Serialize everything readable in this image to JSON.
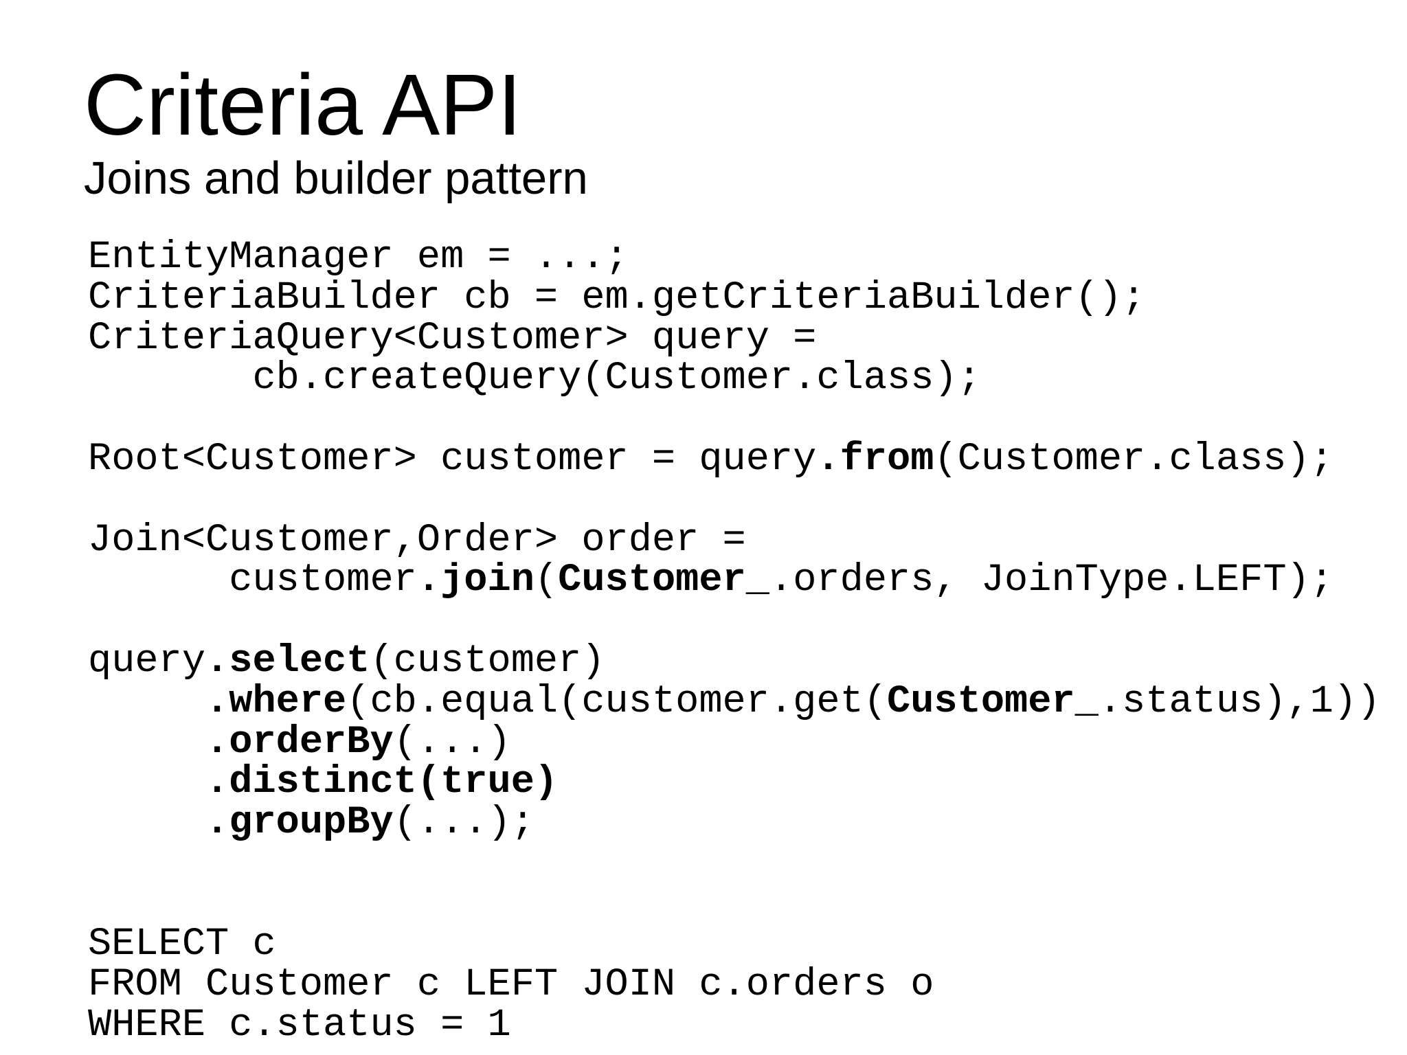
{
  "slide": {
    "title": "Criteria API",
    "subtitle": "Joins and builder pattern",
    "background_color": "#ffffff",
    "text_color": "#000000"
  },
  "code": {
    "java_lines": [
      [
        {
          "text": "EntityManager em = ...;",
          "bold": false
        }
      ],
      [
        {
          "text": "CriteriaBuilder cb = em.getCriteriaBuilder();",
          "bold": false
        }
      ],
      [
        {
          "text": "CriteriaQuery<Customer> query =",
          "bold": false
        }
      ],
      [
        {
          "text": "       cb.createQuery(Customer.class);",
          "bold": false
        }
      ],
      [],
      [
        {
          "text": "Root<Customer> customer = query",
          "bold": false
        },
        {
          "text": ".from",
          "bold": true
        },
        {
          "text": "(Customer.class);",
          "bold": false
        }
      ],
      [],
      [
        {
          "text": "Join<Customer,Order> order =",
          "bold": false
        }
      ],
      [
        {
          "text": "      customer",
          "bold": false
        },
        {
          "text": ".join",
          "bold": true
        },
        {
          "text": "(",
          "bold": false
        },
        {
          "text": "Customer_",
          "bold": true
        },
        {
          "text": ".orders, JoinType.LEFT);",
          "bold": false
        }
      ],
      [],
      [
        {
          "text": "query",
          "bold": false
        },
        {
          "text": ".select",
          "bold": true
        },
        {
          "text": "(customer)",
          "bold": false
        }
      ],
      [
        {
          "text": "     ",
          "bold": false
        },
        {
          "text": ".where",
          "bold": true
        },
        {
          "text": "(cb.equal(customer.get(",
          "bold": false
        },
        {
          "text": "Customer_",
          "bold": true
        },
        {
          "text": ".status),1))",
          "bold": false
        }
      ],
      [
        {
          "text": "     ",
          "bold": false
        },
        {
          "text": ".orderBy",
          "bold": true
        },
        {
          "text": "(...)",
          "bold": false
        }
      ],
      [
        {
          "text": "     ",
          "bold": false
        },
        {
          "text": ".distinct(true)",
          "bold": true
        }
      ],
      [
        {
          "text": "     ",
          "bold": false
        },
        {
          "text": ".groupBy",
          "bold": true
        },
        {
          "text": "(...);",
          "bold": false
        }
      ]
    ],
    "sql_lines": [
      [
        {
          "text": "SELECT c",
          "bold": false
        }
      ],
      [
        {
          "text": "FROM Customer c LEFT JOIN c.orders o",
          "bold": false
        }
      ],
      [
        {
          "text": "WHERE c.status = 1",
          "bold": false
        }
      ]
    ]
  }
}
